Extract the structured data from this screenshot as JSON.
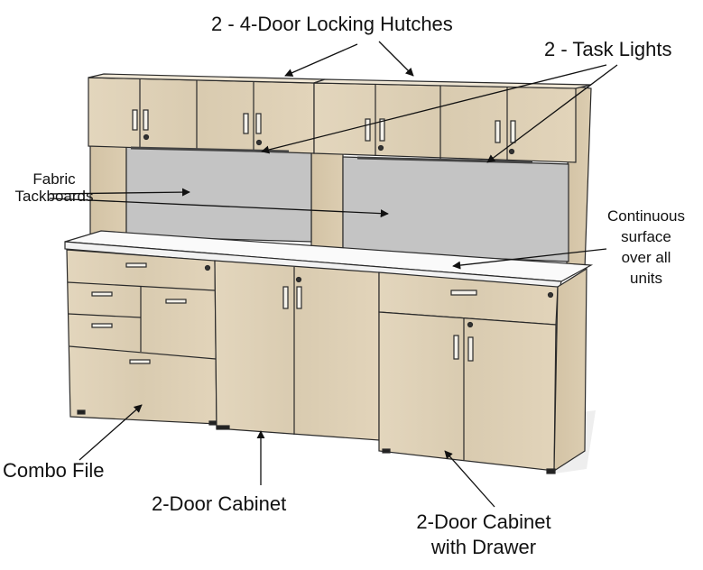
{
  "diagram": {
    "subject": "Office storage credenza with hutches",
    "colors": {
      "wood": "#e0d2b8",
      "wood_dark": "#cdbd9f",
      "wood_side": "#d6c6a9",
      "tackboard": "#c4c4c4",
      "surface": "#fafafa",
      "outline": "#2a2a2a",
      "label": "#111111"
    },
    "labels": {
      "hutches": "2 - 4-Door Locking Hutches",
      "task_lights": "2 - Task Lights",
      "tackboards_line1": "Fabric",
      "tackboards_line2": "Tackboards",
      "surface_line1": "Continuous",
      "surface_line2": "surface",
      "surface_line3": "over all",
      "surface_line4": "units",
      "combo_file": "Combo File",
      "two_door_cabinet": "2-Door Cabinet",
      "drawer_cabinet_line1": "2-Door Cabinet",
      "drawer_cabinet_line2": "with Drawer"
    },
    "components": [
      {
        "id": "hutch-left",
        "type": "4-door locking hutch"
      },
      {
        "id": "hutch-right",
        "type": "4-door locking hutch"
      },
      {
        "id": "task-light-left",
        "type": "task light"
      },
      {
        "id": "task-light-right",
        "type": "task light"
      },
      {
        "id": "tackboard-left",
        "type": "fabric tackboard"
      },
      {
        "id": "tackboard-right",
        "type": "fabric tackboard"
      },
      {
        "id": "worksurface",
        "type": "continuous surface"
      },
      {
        "id": "combo-file",
        "type": "combo file"
      },
      {
        "id": "two-door-cabinet",
        "type": "2-door cabinet"
      },
      {
        "id": "two-door-cabinet-drawer",
        "type": "2-door cabinet with drawer"
      }
    ]
  }
}
